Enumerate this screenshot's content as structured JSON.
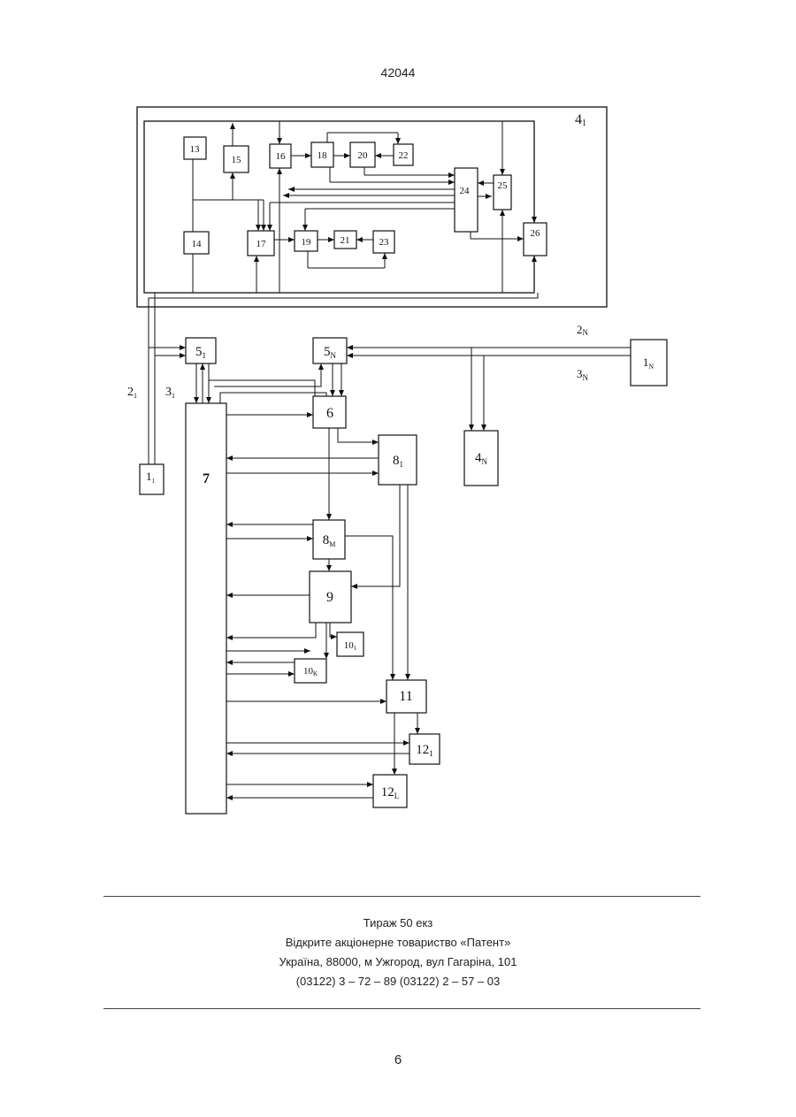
{
  "header": {
    "doc_number": "42044"
  },
  "blocks": {
    "b13": "13",
    "b14": "14",
    "b15": "15",
    "b16": "16",
    "b17": "17",
    "b18": "18",
    "b19": "19",
    "b20": "20",
    "b21": "21",
    "b22": "22",
    "b23": "23",
    "b24": "24",
    "b25": "25",
    "b26": "26",
    "b5_1": "5",
    "b5_1_sub": "1",
    "b5_N": "5",
    "b5_N_sub": "N",
    "b6": "6",
    "b7": "7",
    "b8_1": "8",
    "b8_1_sub": "1",
    "b8_M": "8",
    "b8_M_sub": "M",
    "b9": "9",
    "b10_1": "10",
    "b10_1_sub": "1",
    "b10_K": "10",
    "b10_K_sub": "K",
    "b11": "11",
    "b12_1": "12",
    "b12_1_sub": "1",
    "b12_L": "12",
    "b12_L_sub": "L",
    "b1_1": "1",
    "b1_1_sub": "1",
    "b1_N": "1",
    "b1_N_sub": "N",
    "b4_N": "4",
    "b4_N_sub": "N"
  },
  "labels": {
    "l4_1": "4",
    "l4_1_sub": "1",
    "l2_N": "2",
    "l2_N_sub": "N",
    "l3_N": "3",
    "l3_N_sub": "N",
    "l2_1": "2",
    "l2_1_sub": "1",
    "l3_1": "3",
    "l3_1_sub": "1"
  },
  "footer": {
    "line1": "Тираж 50 екз",
    "line2": "Відкрите акціонерне товариство «Патент»",
    "line3": "Україна, 88000, м  Ужгород, вул  Гагаріна, 101",
    "line4": "(03122) 3 – 72 – 89   (03122) 2 – 57 – 03"
  },
  "page_number": "6"
}
